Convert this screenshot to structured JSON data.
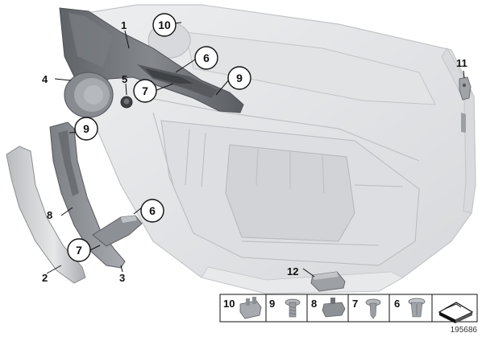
{
  "diagram": {
    "reference_number": "195686",
    "callouts": [
      {
        "label": "1",
        "circled": false
      },
      {
        "label": "10",
        "circled": true
      },
      {
        "label": "6",
        "circled": true
      },
      {
        "label": "7",
        "circled": true
      },
      {
        "label": "9",
        "circled": true
      },
      {
        "label": "4",
        "circled": false
      },
      {
        "label": "5",
        "circled": false
      },
      {
        "label": "11",
        "circled": false
      },
      {
        "label": "9",
        "circled": true
      },
      {
        "label": "8",
        "circled": false
      },
      {
        "label": "6",
        "circled": true
      },
      {
        "label": "7",
        "circled": true
      },
      {
        "label": "2",
        "circled": false
      },
      {
        "label": "3",
        "circled": false
      },
      {
        "label": "12",
        "circled": false
      }
    ],
    "legend": [
      {
        "label": "10",
        "part": "clip"
      },
      {
        "label": "9",
        "part": "screw"
      },
      {
        "label": "8",
        "part": "clip"
      },
      {
        "label": "7",
        "part": "screw"
      },
      {
        "label": "6",
        "part": "expanding-nut"
      }
    ],
    "colors": {
      "panel": "#e4e5e7",
      "panel_edge": "#c5c7ca",
      "part_dark": "#6d7074",
      "part_mid": "#9ea1a5",
      "part_light": "#c9cbce",
      "line": "#111111"
    }
  }
}
